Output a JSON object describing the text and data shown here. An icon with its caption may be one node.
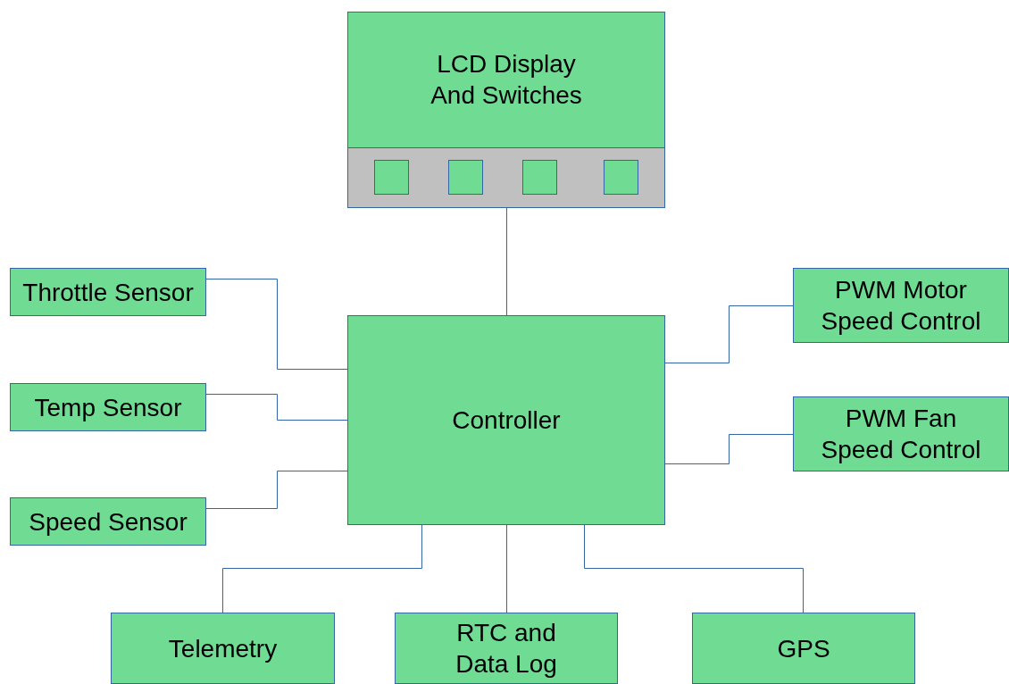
{
  "diagram": {
    "nodes": [
      {
        "text": [
          "LCD Display And Switches"
        ]
      },
      {
        "text": [],
        "shape": "box",
        "in": 0
      },
      {
        "text": [],
        "shape": "box",
        "in": 0
      },
      {
        "text": [],
        "shape": "box",
        "in": 0
      },
      {
        "text": [],
        "shape": "box",
        "in": 0
      },
      {
        "text": [
          "Throttle Sensor"
        ]
      },
      {
        "text": [
          "Temp Sensor"
        ]
      },
      {
        "text": [
          "Speed Sensor"
        ]
      },
      {
        "text": [
          "Controller"
        ]
      },
      {
        "text": [
          "PWM Motor Speed Control"
        ]
      },
      {
        "text": [
          "PWM Fan Speed Control"
        ]
      },
      {
        "text": [
          "Telemetry"
        ]
      },
      {
        "text": [
          "RTC and Data Log"
        ]
      },
      {
        "text": [
          "GPS"
        ]
      }
    ],
    "edges": [
      {
        "from": 0,
        "to": 8,
        "arrow": "none"
      },
      {
        "from": 5,
        "to": 8,
        "arrow": "none"
      },
      {
        "from": 6,
        "to": 8,
        "arrow": "none"
      },
      {
        "from": 7,
        "to": 8,
        "arrow": "none"
      },
      {
        "from": 8,
        "to": 9,
        "arrow": "none"
      },
      {
        "from": 8,
        "to": 10,
        "arrow": "none"
      },
      {
        "from": 8,
        "to": 11,
        "arrow": "none"
      },
      {
        "from": 8,
        "to": 12,
        "arrow": "none"
      },
      {
        "from": 8,
        "to": 13,
        "arrow": "none"
      }
    ]
  }
}
